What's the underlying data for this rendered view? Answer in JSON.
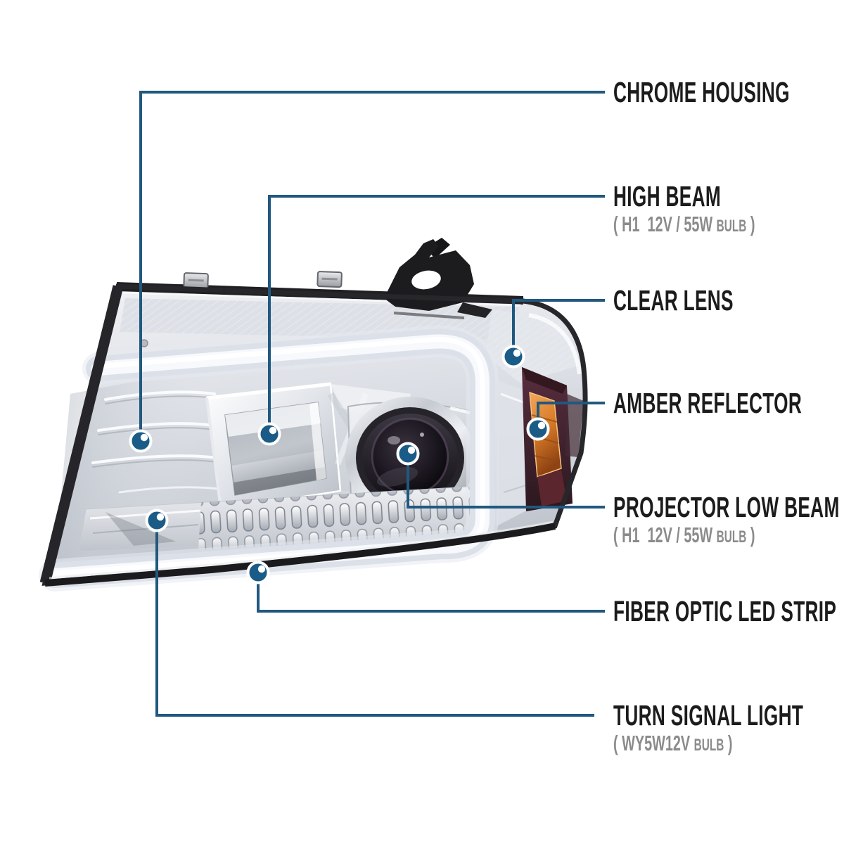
{
  "diagram": {
    "subject": "chrome projector headlight callout diagram",
    "colors": {
      "background": "#ffffff",
      "callout_line": "#21587f",
      "callout_dot": "#1a5c87",
      "label_text": "#1c1c1c",
      "sub_text": "#8b8b8b",
      "amber_reflector": "#d97c28",
      "chrome_light": "#eceef1",
      "chrome_dark": "#9ba1aa"
    },
    "callouts": [
      {
        "part": "chrome-housing",
        "label": "CHROME HOUSING",
        "sub_prefix": "",
        "sub_bulb": "",
        "sub_suffix": ""
      },
      {
        "part": "high-beam",
        "label": "HIGH BEAM",
        "sub_prefix": "( H1  12V / 55W ",
        "sub_bulb": "BULB",
        "sub_suffix": " )"
      },
      {
        "part": "clear-lens",
        "label": "CLEAR LENS",
        "sub_prefix": "",
        "sub_bulb": "",
        "sub_suffix": ""
      },
      {
        "part": "amber-reflector",
        "label": "AMBER REFLECTOR",
        "sub_prefix": "",
        "sub_bulb": "",
        "sub_suffix": ""
      },
      {
        "part": "projector-low-beam",
        "label": "PROJECTOR LOW BEAM",
        "sub_prefix": "( H1  12V / 55W ",
        "sub_bulb": "BULB",
        "sub_suffix": " )"
      },
      {
        "part": "fiber-optic-led-strip",
        "label": "FIBER OPTIC LED STRIP",
        "sub_prefix": "",
        "sub_bulb": "",
        "sub_suffix": ""
      },
      {
        "part": "turn-signal-light",
        "label": "TURN SIGNAL LIGHT",
        "sub_prefix": "( WY5W12V ",
        "sub_bulb": "BULB",
        "sub_suffix": " )"
      }
    ]
  }
}
